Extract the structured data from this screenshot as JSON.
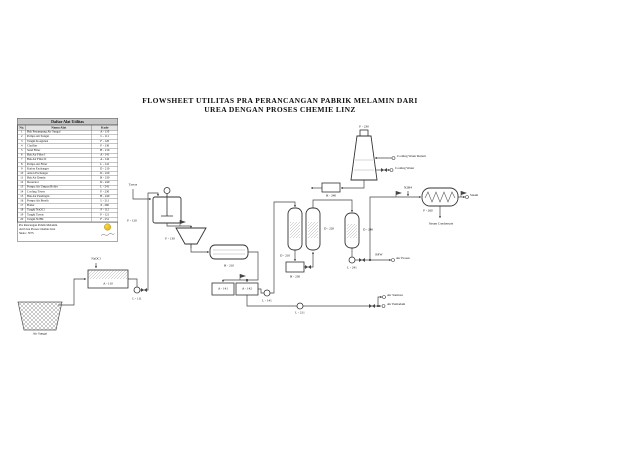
{
  "title": {
    "line1": "FLOWSHEET UTILITAS PRA PERANCANGAN PABRIK MELAMIN DARI",
    "line2": "UREA DENGAN PROSES CHEMIE LINZ"
  },
  "legend": {
    "header": "Daftar Alat Utilitas",
    "columns": {
      "no": "No.",
      "name": "Nama Alat",
      "code": "Kode"
    },
    "rows": [
      {
        "no": "1",
        "name": "Bak Penampung Air Sungai",
        "code": "A - 110"
      },
      {
        "no": "2",
        "name": "Pompa Air Sungai",
        "code": "L - 111"
      },
      {
        "no": "3",
        "name": "Tangki Koagulasi",
        "code": "F - 120"
      },
      {
        "no": "4",
        "name": "Clarifier",
        "code": "F - 130"
      },
      {
        "no": "5",
        "name": "Sand Filter",
        "code": "H - 210"
      },
      {
        "no": "6",
        "name": "Bak Air Filter I",
        "code": "A - 141"
      },
      {
        "no": "7",
        "name": "Bak Air Filter II",
        "code": "A - 142"
      },
      {
        "no": "8",
        "name": "Pompa Air Filter",
        "code": "L - 141"
      },
      {
        "no": "9",
        "name": "Kation Exchanger",
        "code": "D - 210"
      },
      {
        "no": "10",
        "name": "Anion Exchanger",
        "code": "D - 220"
      },
      {
        "no": "11",
        "name": "Bak Air Demin",
        "code": "H - 230"
      },
      {
        "no": "12",
        "name": "Deaerator",
        "code": "D - 240"
      },
      {
        "no": "13",
        "name": "Pompa Air Umpan Boiler",
        "code": "L - 241"
      },
      {
        "no": "14",
        "name": "Cooling Tower",
        "code": "F - 230"
      },
      {
        "no": "15",
        "name": "Bak Air Pendingin",
        "code": "H - 240"
      },
      {
        "no": "16",
        "name": "Pompa Air Bersih",
        "code": "L - 211"
      },
      {
        "no": "17",
        "name": "Boiler",
        "code": "P - 260"
      },
      {
        "no": "18",
        "name": "Tangki NaOCl",
        "code": "F - 112"
      },
      {
        "no": "19",
        "name": "Tangki Tawas",
        "code": "F - 121"
      },
      {
        "no": "20",
        "name": "Tangki N2H4",
        "code": "F - 251"
      }
    ],
    "footer": {
      "line1": "Pra Rancangan Pabrik Melamin",
      "line2": "dari Urea Proses Chemie Linz",
      "line3": "Skala : NTS"
    }
  },
  "equipment": {
    "a110": "A - 110",
    "f120": "F - 120",
    "f130": "F - 130",
    "h210": "H - 210",
    "a141": "A - 141",
    "a142": "A - 142",
    "d210": "D - 210",
    "d220": "D - 220",
    "h230": "H - 230",
    "d240": "D - 240",
    "f230": "F - 230",
    "h240": "H - 240",
    "p260": "P - 260"
  },
  "pumps": {
    "l111": "L - 111",
    "l141": "L - 141",
    "l211": "L - 211",
    "l241": "L - 241"
  },
  "streams": {
    "air_sungai": "Air Sungai",
    "naocl": "NaOCl",
    "tawas": "Tawas",
    "cw_return": "Cooling Water Return",
    "cw_supply": "Cooling Water",
    "steam": "Steam",
    "steam_cond": "Steam Condensate",
    "n2h4": "N2H4",
    "bfw": "BFW",
    "air_proses": "Air Proses",
    "air_sanitasi": "Air Sanitasi",
    "air_pemadam": "Air Pemadam"
  }
}
